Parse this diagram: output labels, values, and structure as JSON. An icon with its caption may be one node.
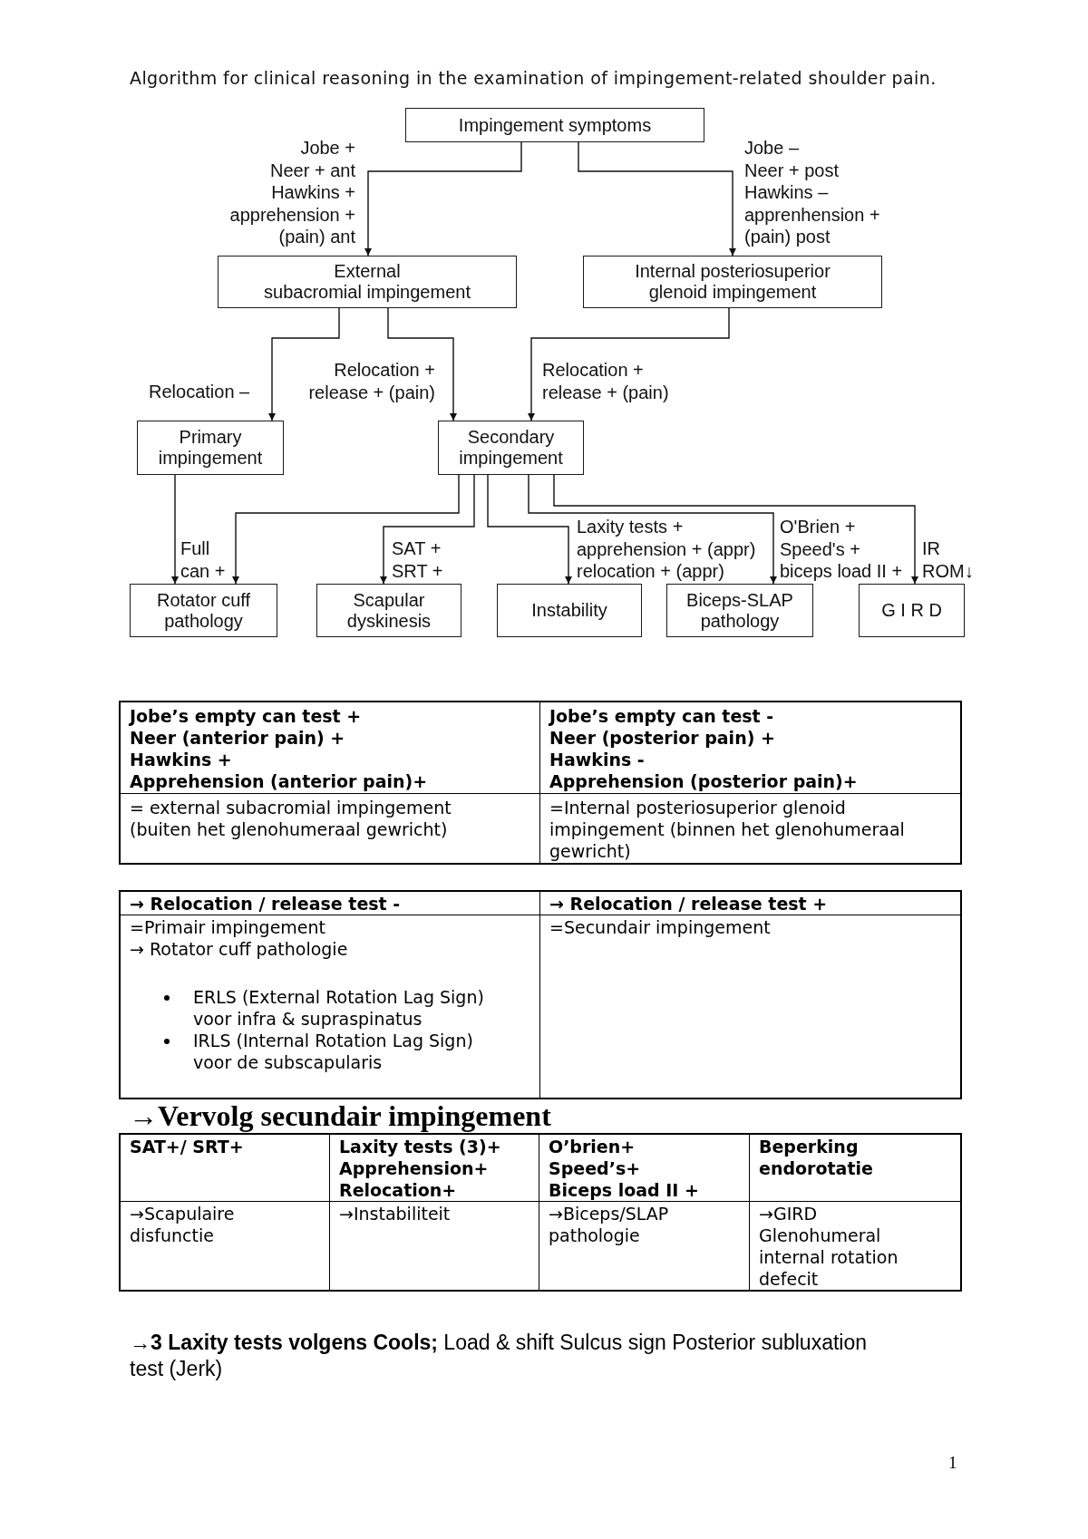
{
  "diagram": {
    "title": "Algorithm for clinical reasoning in the examination of impingement-related shoulder pain.",
    "nodes": [
      {
        "text": [
          "Impingement symptoms"
        ]
      },
      {
        "text": [
          "External subacromial impingement"
        ]
      },
      {
        "text": [
          "Internal posteriosuperior glenoid impingement"
        ]
      },
      {
        "text": [
          "Primary impingement"
        ]
      },
      {
        "text": [
          "Secondary impingement"
        ]
      },
      {
        "text": [
          "Rotator cuff pathology"
        ]
      },
      {
        "text": [
          "Scapular dyskinesis"
        ]
      },
      {
        "text": [
          "Instability"
        ]
      },
      {
        "text": [
          "Biceps-SLAP pathology"
        ]
      },
      {
        "text": [
          "G I R D"
        ]
      }
    ],
    "edges": [
      {
        "from": 0,
        "to": 1,
        "arrow": "to",
        "label": "Jobe + Neer + ant Hawkins + apprehension + (pain) ant"
      },
      {
        "from": 0,
        "to": 2,
        "arrow": "to",
        "label": "Jobe – Neer + post Hawkins – apprenhension + (pain) post"
      },
      {
        "from": 1,
        "to": 3,
        "arrow": "to",
        "label": "Relocation –"
      },
      {
        "from": 1,
        "to": 4,
        "arrow": "to",
        "label": "Relocation + release + (pain)"
      },
      {
        "from": 2,
        "to": 4,
        "arrow": "to",
        "label": "Relocation + release + (pain)"
      },
      {
        "from": 3,
        "to": 5,
        "arrow": "to",
        "label": "Full can +"
      },
      {
        "from": 4,
        "to": 5,
        "arrow": "to"
      },
      {
        "from": 4,
        "to": 6,
        "arrow": "to",
        "label": "SAT + SRT +"
      },
      {
        "from": 4,
        "to": 7,
        "arrow": "to",
        "label": "Laxity tests + apprehension + (appr) relocation + (appr)"
      },
      {
        "from": 4,
        "to": 8,
        "arrow": "to",
        "label": "O'Brien + Speed's + biceps load II +"
      },
      {
        "from": 4,
        "to": 9,
        "arrow": "to",
        "label": "IR ROM↓"
      }
    ],
    "labels": [
      "Jobe’s empty can test +",
      "Neer (anterior pain) +",
      "Hawkins +",
      "Apprehension (anterior pain)+",
      "Jobe’s empty can test -",
      "Neer (posterior pain) +",
      "Hawkins -",
      "Apprehension (posterior pain)+",
      "= external subacromial impingement (buiten het glenohumeraal gewricht)",
      "=Internal posteriosuperior glenoid impingement (binnen het glenohumeraal gewricht)",
      "→ Relocation / release test -",
      "→ Relocation / release test +",
      "=Primair impingement",
      "→ Rotator cuff pathologie",
      "ERLS (External Rotation Lag Sign) voor infra & supraspinatus",
      "IRLS (Internal Rotation Lag Sign) voor de subscapularis",
      "=Secundair impingement",
      "→Vervolg secundair impingement",
      "SAT+/ SRT+",
      "Laxity tests (3)+",
      "Apprehension+",
      "Relocation+",
      "O’brien+",
      "Speed’s+",
      "Biceps load II +",
      "Beperking endorotatie",
      "→Scapulaire disfunctie",
      "→Instabiliteit",
      "→Biceps/SLAP pathologie",
      "→GIRD",
      "Glenohumeral internal rotation defecit",
      "**→3 Laxity tests volgens Cools;** Load & shift Sulcus sign Posterior subluxation test (Jerk)",
      "1"
    ]
  }
}
